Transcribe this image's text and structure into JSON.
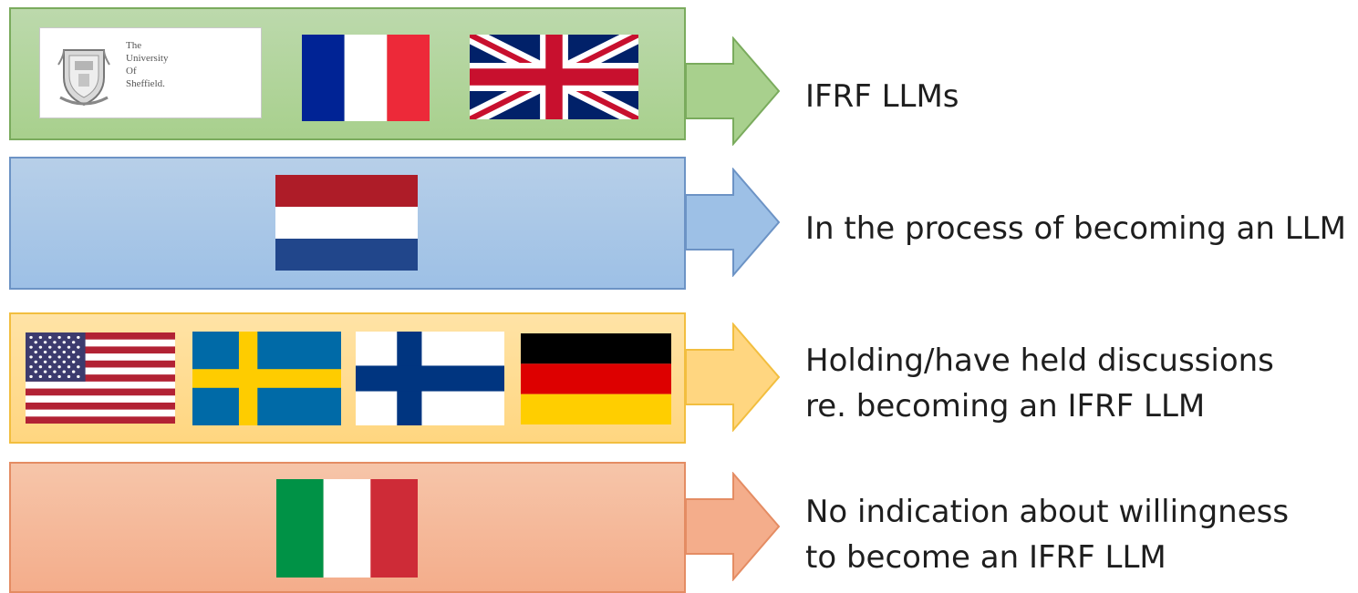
{
  "rows": [
    {
      "label_lines": [
        "IFRF LLMs"
      ],
      "color": "#a8d08d"
    },
    {
      "label_lines": [
        "In the process of becoming an LLM"
      ],
      "color": "#9dc0e6"
    },
    {
      "label_lines": [
        "Holding/have held discussions",
        "re. becoming an IFRF LLM"
      ],
      "color": "#ffd680"
    },
    {
      "label_lines": [
        "No indication about willingness",
        "to become an IFRF LLM"
      ],
      "color": "#f4ad8b"
    }
  ],
  "logo": {
    "lines": [
      "The",
      "University",
      "Of",
      "Sheffield."
    ]
  },
  "flags": [
    "France",
    "United Kingdom",
    "Netherlands",
    "United States",
    "Sweden",
    "Finland",
    "Germany",
    "Italy"
  ]
}
